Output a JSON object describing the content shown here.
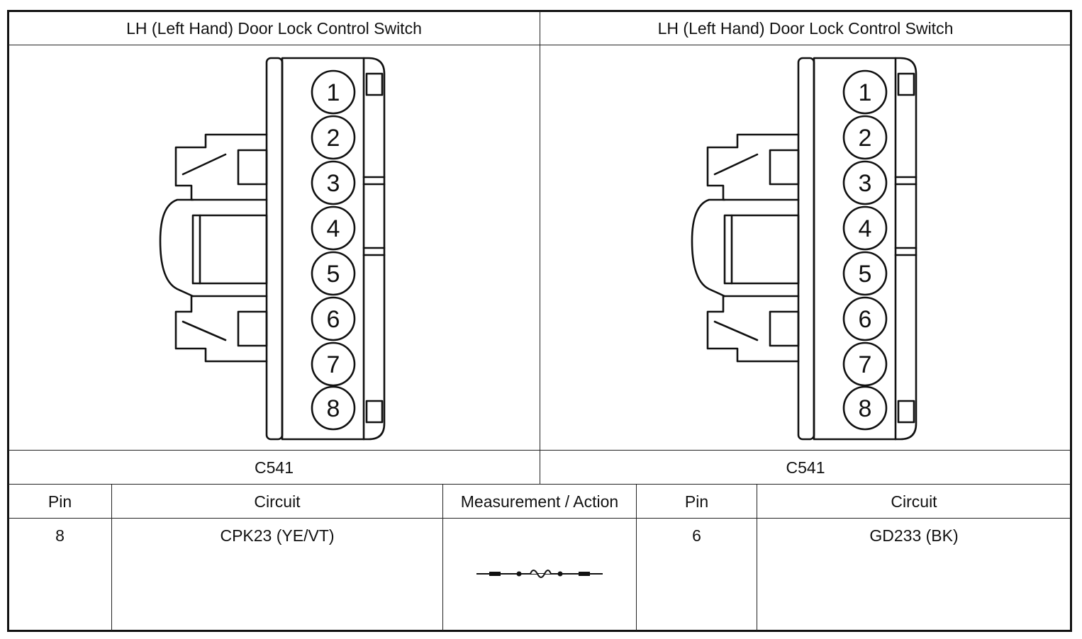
{
  "connectors": [
    {
      "title": "LH (Left Hand) Door Lock Control Switch",
      "connector_id": "C541",
      "pins": [
        "1",
        "2",
        "3",
        "4",
        "5",
        "6",
        "7",
        "8"
      ]
    },
    {
      "title": "LH (Left Hand) Door Lock Control Switch",
      "connector_id": "C541",
      "pins": [
        "1",
        "2",
        "3",
        "4",
        "5",
        "6",
        "7",
        "8"
      ]
    }
  ],
  "table": {
    "headers": {
      "pin_a": "Pin",
      "circuit_a": "Circuit",
      "measurement": "Measurement / Action",
      "pin_b": "Pin",
      "circuit_b": "Circuit"
    },
    "rows": [
      {
        "pin_a": "8",
        "circuit_a": "CPK23 (YE/VT)",
        "measurement_icon": "resistance-measurement-symbol",
        "pin_b": "6",
        "circuit_b": "GD233 (BK)"
      }
    ]
  }
}
